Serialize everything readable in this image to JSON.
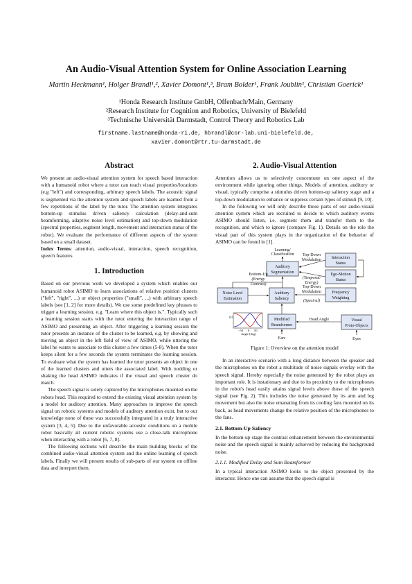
{
  "header": {
    "title": "An Audio-Visual Attention System for Online Association Learning",
    "authors": "Martin Heckmann¹, Holger Brandl¹,², Xavier Domont¹,³, Bram Bolder¹, Frank Joublin¹, Christian Goerick¹",
    "affil1": "¹Honda Research Institute GmbH, Offenbach/Main, Germany",
    "affil2": "²Research Institute for Cognition and Robotics, University of Bielefeld",
    "affil3": "³Technische Universität Darmstadt, Control Theory and Robotics Lab",
    "email1": "firstname.lastname@honda-ri.de, hbrandl@cor-lab.uni-bielefeld.de,",
    "email2": "xavier.domont@rtr.tu-darmstadt.de"
  },
  "left": {
    "abstract_heading": "Abstract",
    "abstract": "We present an audio-visual attention system for speech based interaction with a humanoid robot where a tutor can teach visual properties/locations (e.g \"left\") and corresponding, arbitrary speech labels. The acoustic signal is segmented via the attention system and speech labels are learned from a few repetitions of the label by the tutor. The attention system integrates bottom-up stimulus driven saliency calculation (delay-and-sum beamforming, adaptive noise level estimation) and top-down modulation (spectral properties, segment length, movement and interaction status of the robot). We evaluate the performance of different aspects of the system based on a small dataset.",
    "index_label": "Index Terms",
    "index_terms": ": attention, audio-visual, interaction, speech recognition, speech features",
    "intro_heading": "1.  Introduction",
    "p1": "Based on our previous work we developed a system which enables our humanoid robot ASIMO to learn associations of relative position clusters (\"left\", \"right\", ...) or object properties (\"small\", ...) with arbitrary speech labels (see [1, 2] for more details). We use some predefined key phrases to trigger a learning session, e.g. \"Learn where this object is.\". Typically such a learning session starts with the tutor entering the interaction range of ASIMO and presenting an object. After triggering a learning session the tutor presents an instance of the cluster to be learned, e.g. by showing and moving an object in the left field of view of ASIMO, while uttering the label he wants to associate to this cluster a few times (5-8). When the tutor keeps silent for a few seconds the system terminates the learning session. To evaluate what the system has learned the tutor presents an object in one of the learned clusters and utters the associated label. With nodding or shaking the head ASIMO indicates if the visual and speech cluster do match.",
    "p2": "The speech signal is solely captured by the microphones mounted on the robots head. This required to extend the existing visual attention system by a model for auditory attention. Many approaches to improve the speech signal on robotic systems and models of auditory attention exist, but to our knowledge none of these was successfully integrated in a truly interactive system [3, 4, 5]. Due to the unfavorable acoustic conditions on a mobile robot basically all current robotic systems use a close-talk microphone when interacting with a robot [6, 7, 8].",
    "p3": "The following sections will describe the main building blocks of the combined audio-visual attention system and the online learning of speech labels. Finally we will present results of sub-parts of our system on offline data and interpret them."
  },
  "right": {
    "heading": "2.  Audio-Visual Attention",
    "p1": "Attention allows us to selectively concentrate on one aspect of the environment while ignoring other things. Models of attention, auditory or visual, typically comprise a stimulus driven bottom-up saliency stage and a top-down modulation to enhance or suppress certain types of stimuli [9, 10].",
    "p2": "In the following we will only describe those parts of our audio-visual attention system which are recruited to decide to which auditory events ASIMO should listen, i.e. segment them and transfer them to the recognition, and which to ignore (compare Fig. 1). Details on the role the visual part of this system plays in the organization of the behavior of ASIMO can be found in [1].",
    "caption": "Figure 1: Overview on the attention model",
    "p3": "In an interactive scenario with a long distance between the speaker and the microphones on the robot a multitude of noise signals overlay with the speech signal. Hereby especially the noise generated by the robot plays an important role. It is instationary and due to its proximity to the microphones in the robot's head easily attains signal levels above those of the speech signal (see Fig. 2). This includes the noise generated by its arm and leg movement but also the noise emanating from its cooling fans mounted on its back, as head movements change the relative position of the microphones to the fans.",
    "sub1": "2.1.  Bottom-Up Saliency",
    "p4": "In the bottom-up stage the contrast enhancement between the environmental noise and the speech signal is mainly achieved by reducing the background noise.",
    "sub2": "2.1.1.  Modified Delay and Sum Beamformer",
    "p5": "In a typical interaction ASIMO looks to the object presented by the interactor. Hence one can assume that the speech signal is"
  },
  "figure": {
    "learning": "Learning/",
    "classification": "Classification",
    "auditory_seg1": "Auditory",
    "auditory_seg2": "Segmentation",
    "auditory_sal1": "Auditory",
    "auditory_sal2": "Saliency",
    "noise1": "Noise Level",
    "noise2": "Estimation",
    "beam1": "Modified",
    "beam2": "Beamformer",
    "interaction1": "Interaction",
    "interaction2": "Status",
    "egomotion1": "Ego-Motion",
    "egomotion2": "Status",
    "freq1": "Frequency",
    "freq2": "Weighting",
    "visual1": "Visual",
    "visual2": "Proto-Objects",
    "td1a": "Top-Down",
    "td1b": "Modulation",
    "td1c": "(Temporal/",
    "td1d": "Energy)",
    "td2a": "Top-Down",
    "td2b": "Modulation",
    "td2c": "(Spectral)",
    "bu1": "Bottom-Up",
    "bu2": "(Energy",
    "bu3": "Contrast)",
    "head_angle": "Head Angle",
    "ears": "Ears",
    "eyes": "Eyes",
    "plot_y": "0.5",
    "plot_x1": "−50",
    "plot_x2": "0",
    "plot_x3": "50",
    "plot_xlabel": "Angle [deg]"
  }
}
